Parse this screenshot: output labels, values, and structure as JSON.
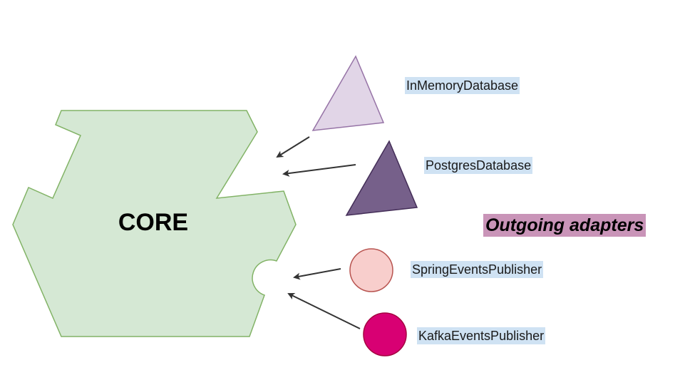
{
  "core": {
    "label": "CORE",
    "fill": "#d5e8d4",
    "stroke": "#82b366"
  },
  "section": {
    "label": "Outgoing adapters",
    "highlight": "#c994b8"
  },
  "label_highlight": "#cfe2f3",
  "adapters": [
    {
      "label": "InMemoryDatabase",
      "shape": "triangle",
      "fill": "#e1d5e7",
      "stroke": "#9673a6"
    },
    {
      "label": "PostgresDatabase",
      "shape": "triangle",
      "fill": "#76608a",
      "stroke": "#432d57"
    },
    {
      "label": "SpringEventsPublisher",
      "shape": "circle",
      "fill": "#f8cecc",
      "stroke": "#b85450"
    },
    {
      "label": "KafkaEventsPublisher",
      "shape": "circle",
      "fill": "#d80073",
      "stroke": "#a50040"
    }
  ]
}
